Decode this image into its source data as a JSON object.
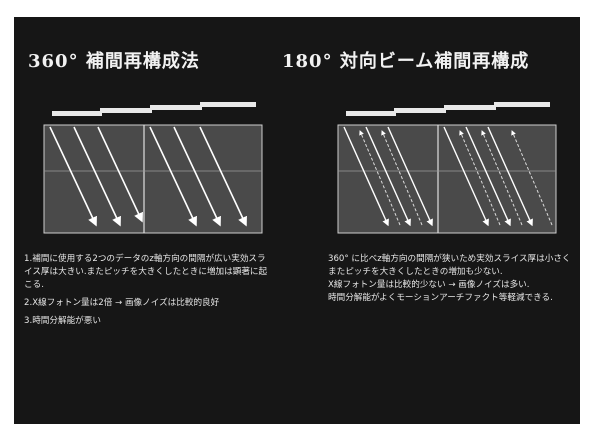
{
  "titles": {
    "left": "360° 補間再構成法",
    "right": "180° 対向ビーム補間再構成"
  },
  "left_panel": {
    "paragraphs": [
      "1.補間に使用する2つのデータのz軸方向の間隔が広い実効スライス厚は大きい.またピッチを大きくしたときに増加は顕著に起こる.",
      "2.X線フォトン量は2倍 → 画像ノイズは比較的良好",
      "3.時間分解能が悪い"
    ]
  },
  "right_panel": {
    "paragraphs": [
      "360° に比べz軸方向の間隔が狭いため実効スライス厚は小さくまたピッチを大きくしたときの増加も少ない.",
      "X線フォトン量は比較的少ない → 画像ノイズは多い.",
      "時間分解能がよくモーションアーチファクト等軽減できる."
    ]
  },
  "colors": {
    "background": "#161616",
    "box_fill": "#4a4a4a",
    "box_stroke": "#cfcfcf",
    "arrow": "#ffffff",
    "text": "#e6e6e6"
  }
}
